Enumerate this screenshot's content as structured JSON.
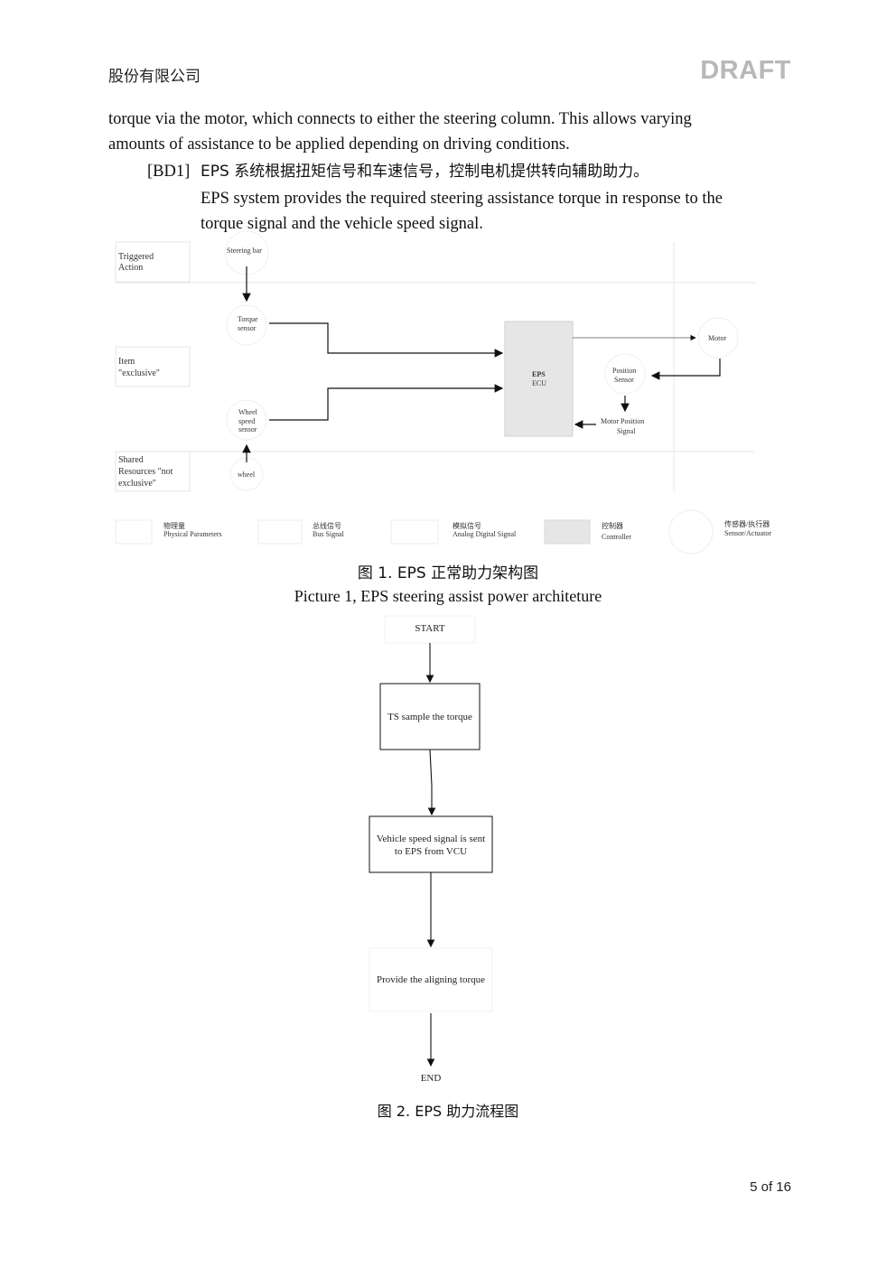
{
  "header": {
    "company": "股份有限公司",
    "watermark": "DRAFT"
  },
  "paragraph": {
    "line1": "torque via the motor, which connects to either the steering column. This allows varying",
    "line2": "amounts of assistance to be applied depending on driving conditions."
  },
  "requirement": {
    "id": "[BD1]",
    "zh": "EPS 系统根据扭矩信号和车速信号，控制电机提供转向辅助助力。",
    "en_line1": "EPS system provides the required steering assistance torque in response to the",
    "en_line2": "torque signal and the vehicle speed signal."
  },
  "diagram1": {
    "rows": {
      "triggered_1": "Triggered",
      "triggered_2": "Action",
      "item_1": "Item",
      "item_2": "\"exclusive\"",
      "shared_1": "Shared",
      "shared_2": "Resources \"not",
      "shared_3": "exclusive\""
    },
    "nodes": {
      "steering_bar": "Steering bar",
      "torque_1": "Torque",
      "torque_2": "sensor",
      "wheel_speed_1": "Wheel",
      "wheel_speed_2": "speed",
      "wheel_speed_3": "sensor",
      "wheel": "wheel",
      "ecu_1": "EPS",
      "ecu_2": "ECU",
      "motor": "Motor",
      "position_1": "Position",
      "position_2": "Sensor",
      "motor_pos_1": "Motor Position",
      "motor_pos_2": "Signal"
    },
    "legend": [
      {
        "zh": "物理量",
        "en": "Physical Parameters"
      },
      {
        "zh": "总线信号",
        "en": "Bus Signal"
      },
      {
        "zh": "模拟信号",
        "en": "Analog Digital Signal"
      },
      {
        "zh": "控制器",
        "en": "Controller"
      },
      {
        "zh": "传感器/执行器",
        "en": "Sensor/Actuator"
      }
    ]
  },
  "captions": {
    "fig1_zh": "图 1. EPS 正常助力架构图",
    "fig1_en": "Picture 1, EPS steering assist power architeture",
    "fig2_zh": "图 2. EPS 助力流程图"
  },
  "flowchart": {
    "start": "START",
    "step1": "TS sample the torque",
    "step2_1": "Vehicle speed signal is sent",
    "step2_2": "to EPS from VCU",
    "step3": "Provide the aligning torque",
    "end": "END"
  },
  "footer": {
    "page": "5 of 16"
  }
}
